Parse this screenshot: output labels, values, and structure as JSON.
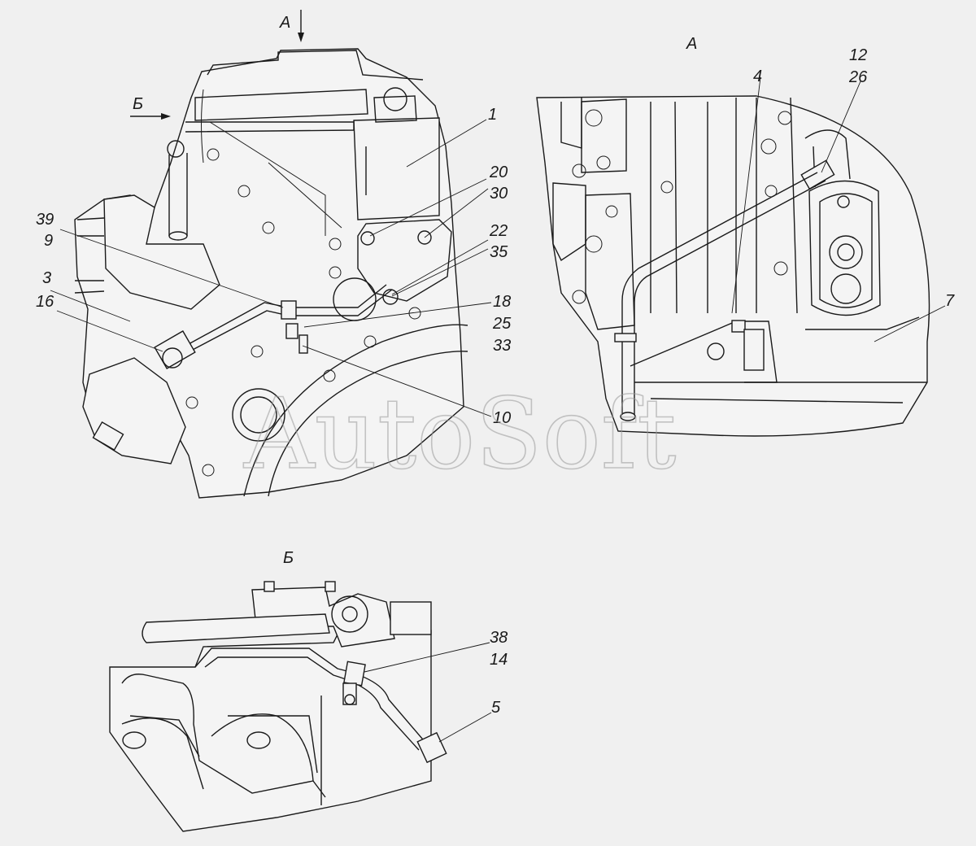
{
  "views": {
    "main_arrow_label": "А",
    "side_arrow_label": "Б",
    "view_a_title": "А",
    "view_b_title": "Б"
  },
  "callouts": {
    "c1": "1",
    "c20": "20",
    "c30": "30",
    "c22": "22",
    "c35": "35",
    "c39": "39",
    "c9": "9",
    "c3": "3",
    "c16": "16",
    "c18": "18",
    "c25": "25",
    "c33": "33",
    "c10": "10",
    "c4": "4",
    "c12": "12",
    "c26": "26",
    "c7": "7",
    "c38": "38",
    "c14": "14",
    "c5": "5"
  },
  "watermark": "AutoSoft",
  "colors": {
    "ink": "#1a1a1a",
    "paper": "#f0f0f0",
    "watermark": "#9a9a9a"
  }
}
